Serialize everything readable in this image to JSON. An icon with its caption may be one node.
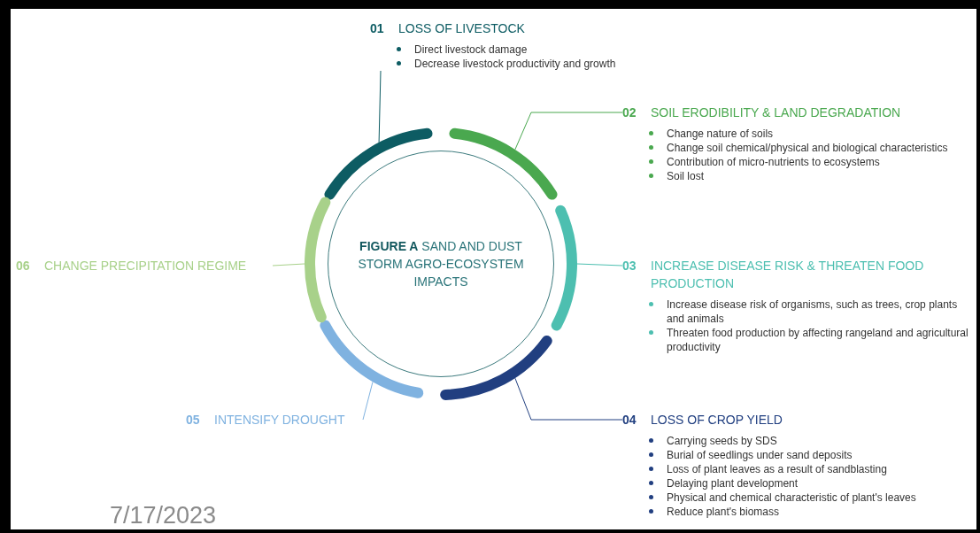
{
  "diagram": {
    "nodes": [
      {
        "text": [
          "**FIGURE A** SAND AND DUST STORM AGRO-ECOSYSTEM IMPACTS"
        ]
      },
      {
        "text": [],
        "shape": "arc"
      },
      {
        "text": [],
        "shape": "arc"
      },
      {
        "text": [],
        "shape": "arc"
      },
      {
        "text": [],
        "shape": "arc"
      },
      {
        "text": [],
        "shape": "arc"
      },
      {
        "text": [],
        "shape": "arc"
      },
      {
        "text": [
          "01",
          "LOSS OF LIVESTOCK",
          "Direct livestock damage",
          "Decrease livestock productivity and growth"
        ]
      },
      {
        "text": [
          "02",
          "SOIL ERODIBILITY & LAND DEGRADATION",
          "Change nature of soils",
          "Change soil chemical/physical and biological characteristics",
          "Contribution of micro-nutrients to ecosystems",
          "Soil lost"
        ]
      },
      {
        "text": [
          "03",
          "INCREASE DISEASE RISK & THREATEN FOOD PRODUCTION",
          "Increase disease risk of organisms, such as trees, crop plants and animals",
          "Threaten food production by affecting rangeland and agricultural productivity"
        ]
      },
      {
        "text": [
          "04",
          "LOSS OF CROP YIELD",
          "Carrying seeds by SDS",
          "Burial of seedlings under sand deposits",
          "Loss of plant leaves as a result of sandblasting",
          "Delaying plant development",
          "Physical and chemical characteristic of plant's leaves",
          "Reduce plant's biomass"
        ]
      },
      {
        "text": [
          "05",
          "INTENSIFY DROUGHT"
        ]
      },
      {
        "text": [
          "06",
          "CHANGE PRECIPITATION REGIME"
        ]
      }
    ],
    "edges": [
      {
        "from": 7,
        "to": 1,
        "arrow": "none",
        "color": "#0d5c63"
      },
      {
        "from": 8,
        "to": 2,
        "arrow": "none",
        "color": "#4aa84f"
      },
      {
        "from": 9,
        "to": 3,
        "arrow": "none",
        "color": "#4dbfb0"
      },
      {
        "from": 10,
        "to": 4,
        "arrow": "none",
        "color": "#213f80"
      },
      {
        "from": 11,
        "to": 5,
        "arrow": "none",
        "color": "#7fb2e0"
      },
      {
        "from": 12,
        "to": 6,
        "arrow": "none",
        "color": "#a8d18a"
      }
    ],
    "labels": [
      "7/17/2023"
    ]
  }
}
